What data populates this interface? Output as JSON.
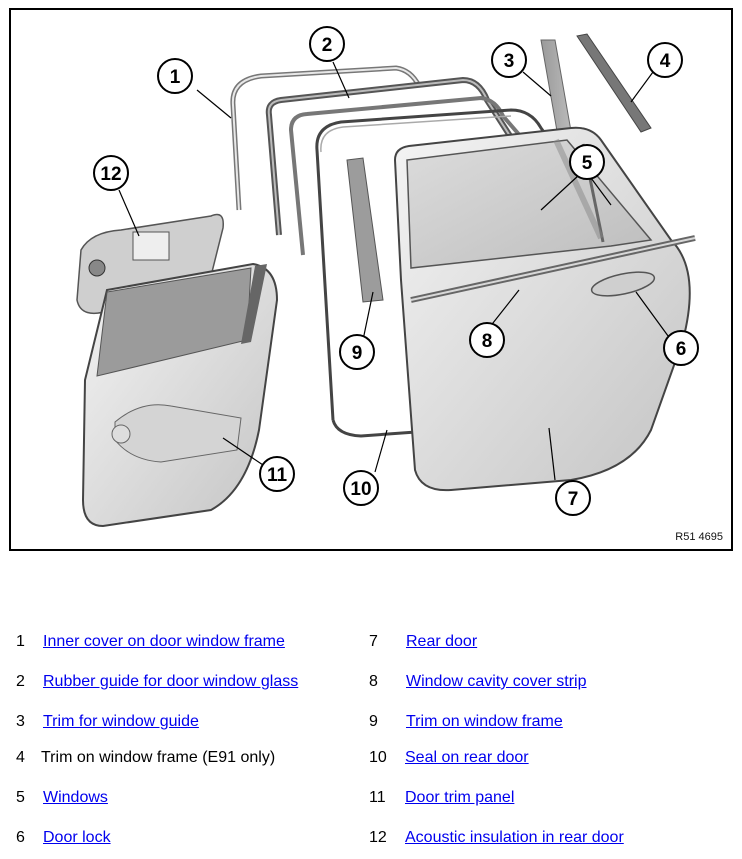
{
  "figure_code": "R51 4695",
  "callouts": [
    {
      "n": "1"
    },
    {
      "n": "2"
    },
    {
      "n": "3"
    },
    {
      "n": "4"
    },
    {
      "n": "5"
    },
    {
      "n": "6"
    },
    {
      "n": "7"
    },
    {
      "n": "8"
    },
    {
      "n": "9"
    },
    {
      "n": "10"
    },
    {
      "n": "11"
    },
    {
      "n": "12"
    }
  ],
  "legend": [
    {
      "n": "1",
      "label": "Inner cover on door window frame",
      "link": true
    },
    {
      "n": "2",
      "label": "Rubber guide for door window glass",
      "link": true
    },
    {
      "n": "3",
      "label": "Trim for window guide",
      "link": true
    },
    {
      "n": "4",
      "label": "Trim on window frame (E91 only)",
      "link": false
    },
    {
      "n": "5",
      "label": "Windows",
      "link": true
    },
    {
      "n": "6",
      "label": "Door lock",
      "link": true
    },
    {
      "n": "7",
      "label": "Rear door",
      "link": true
    },
    {
      "n": "8",
      "label": "Window cavity cover strip",
      "link": true
    },
    {
      "n": "9",
      "label": "Trim on window frame",
      "link": true
    },
    {
      "n": "10",
      "label": "Seal on rear door",
      "link": true
    },
    {
      "n": "11",
      "label": "Door trim panel",
      "link": true
    },
    {
      "n": "12",
      "label": "Acoustic insulation in rear door",
      "link": true
    }
  ]
}
